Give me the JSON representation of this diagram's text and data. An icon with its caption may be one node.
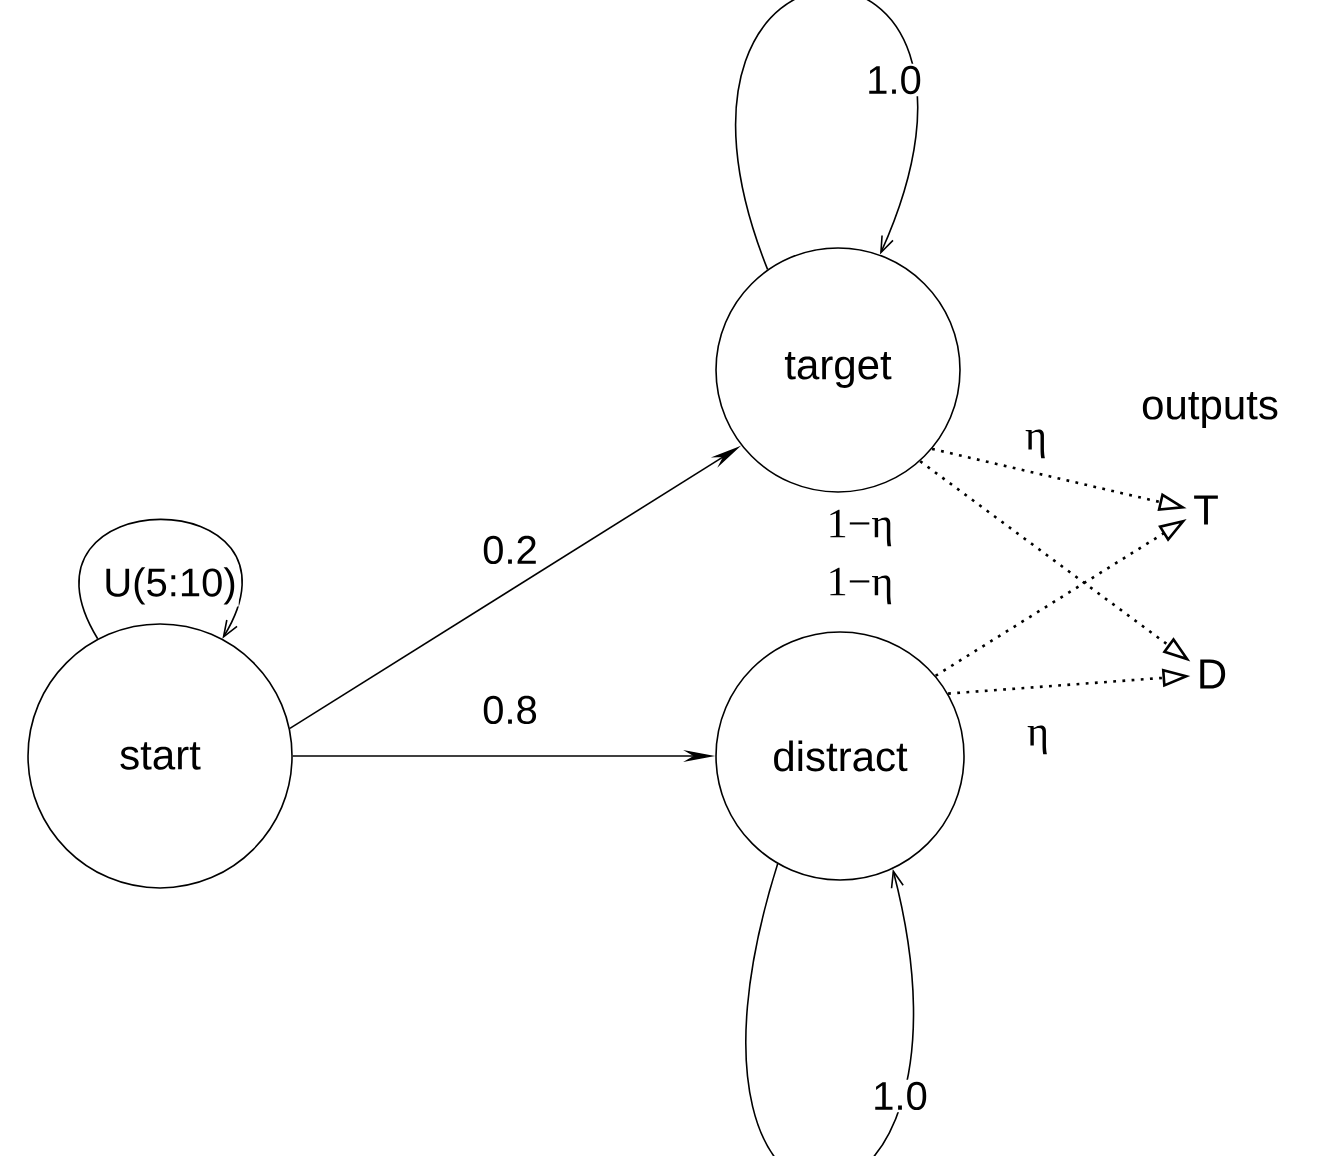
{
  "diagram": {
    "nodes": [
      {
        "text": [
          "start"
        ]
      },
      {
        "text": [
          "target"
        ]
      },
      {
        "text": [
          "distract"
        ]
      },
      {
        "text": [
          "T"
        ]
      },
      {
        "text": [
          "D"
        ]
      }
    ],
    "edges": [
      {
        "from": 0,
        "to": 0,
        "arrow": "to",
        "label": "U(5:10)"
      },
      {
        "from": 0,
        "to": 1,
        "arrow": "to",
        "label": "0.2"
      },
      {
        "from": 0,
        "to": 2,
        "arrow": "to",
        "label": "0.8"
      },
      {
        "from": 1,
        "to": 1,
        "arrow": "to",
        "label": "1.0"
      },
      {
        "from": 2,
        "to": 2,
        "arrow": "to",
        "label": "1.0"
      },
      {
        "from": 1,
        "to": 3,
        "arrow": "to",
        "label": "η",
        "style": "dashed"
      },
      {
        "from": 1,
        "to": 4,
        "arrow": "to",
        "label": "1−η",
        "style": "dashed"
      },
      {
        "from": 2,
        "to": 3,
        "arrow": "to",
        "label": "1−η",
        "style": "dashed"
      },
      {
        "from": 2,
        "to": 4,
        "arrow": "to",
        "label": "η",
        "style": "dashed"
      }
    ],
    "labels": [
      "outputs"
    ]
  }
}
